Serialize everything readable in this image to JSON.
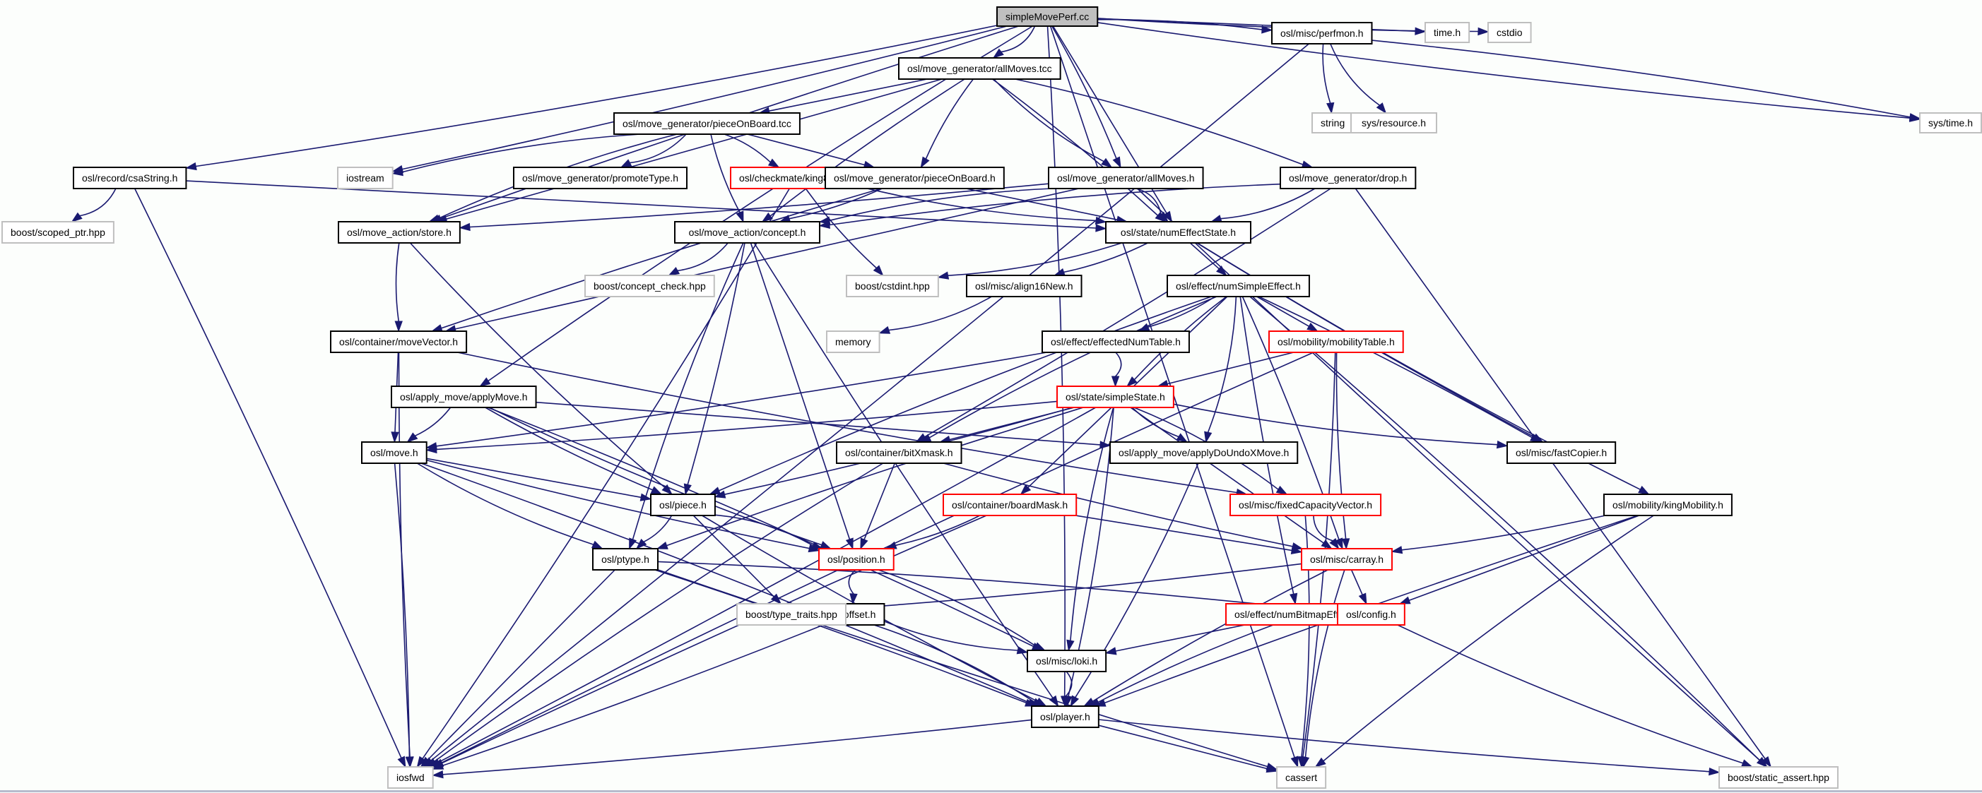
{
  "title": "simpleMovePerf.cc include dependency graph",
  "colors": {
    "edge": "#191970",
    "main_fill": "#bfbfbf",
    "local_border": "#000000",
    "incomplete_border": "#ff0000",
    "external_border": "#bfbfbf"
  },
  "nodes": [
    {
      "id": "n0",
      "label": "simpleMovePerf.cc",
      "kind": "main"
    },
    {
      "id": "n1",
      "label": "osl/move_generator/allMoves.tcc",
      "kind": "local"
    },
    {
      "id": "n2",
      "label": "osl/misc/perfmon.h",
      "kind": "local"
    },
    {
      "id": "n3",
      "label": "time.h",
      "kind": "ext"
    },
    {
      "id": "n4",
      "label": "cstdio",
      "kind": "ext"
    },
    {
      "id": "n5",
      "label": "string",
      "kind": "ext"
    },
    {
      "id": "n6",
      "label": "sys/resource.h",
      "kind": "ext"
    },
    {
      "id": "n7",
      "label": "sys/time.h",
      "kind": "ext"
    },
    {
      "id": "n8",
      "label": "osl/move_generator/pieceOnBoard.tcc",
      "kind": "local"
    },
    {
      "id": "n9",
      "label": "osl/record/csaString.h",
      "kind": "local"
    },
    {
      "id": "n10",
      "label": "iostream",
      "kind": "ext"
    },
    {
      "id": "n11",
      "label": "osl/move_generator/promoteType.h",
      "kind": "local"
    },
    {
      "id": "n12",
      "label": "osl/checkmate/king8Info.h",
      "kind": "red"
    },
    {
      "id": "n13",
      "label": "osl/move_generator/pieceOnBoard.h",
      "kind": "local"
    },
    {
      "id": "n14",
      "label": "osl/move_generator/allMoves.h",
      "kind": "local"
    },
    {
      "id": "n15",
      "label": "osl/move_generator/drop.h",
      "kind": "local"
    },
    {
      "id": "n16",
      "label": "boost/scoped_ptr.hpp",
      "kind": "ext"
    },
    {
      "id": "n17",
      "label": "osl/move_action/store.h",
      "kind": "local"
    },
    {
      "id": "n18",
      "label": "osl/move_action/concept.h",
      "kind": "local"
    },
    {
      "id": "n19",
      "label": "osl/state/numEffectState.h",
      "kind": "local"
    },
    {
      "id": "n20",
      "label": "boost/concept_check.hpp",
      "kind": "ext"
    },
    {
      "id": "n21",
      "label": "boost/cstdint.hpp",
      "kind": "ext"
    },
    {
      "id": "n22",
      "label": "osl/misc/align16New.h",
      "kind": "local"
    },
    {
      "id": "n23",
      "label": "osl/effect/numSimpleEffect.h",
      "kind": "local"
    },
    {
      "id": "n24",
      "label": "memory",
      "kind": "ext"
    },
    {
      "id": "n25",
      "label": "osl/container/moveVector.h",
      "kind": "local"
    },
    {
      "id": "n26",
      "label": "osl/effect/effectedNumTable.h",
      "kind": "local"
    },
    {
      "id": "n27",
      "label": "osl/mobility/mobilityTable.h",
      "kind": "red"
    },
    {
      "id": "n28",
      "label": "osl/apply_move/applyMove.h",
      "kind": "local"
    },
    {
      "id": "n29",
      "label": "osl/state/simpleState.h",
      "kind": "red"
    },
    {
      "id": "n30",
      "label": "osl/move.h",
      "kind": "local"
    },
    {
      "id": "n31",
      "label": "osl/container/bitXmask.h",
      "kind": "local"
    },
    {
      "id": "n32",
      "label": "osl/apply_move/applyDoUndoXMove.h",
      "kind": "local"
    },
    {
      "id": "n33",
      "label": "osl/misc/fastCopier.h",
      "kind": "local"
    },
    {
      "id": "n34",
      "label": "osl/container/boardMask.h",
      "kind": "red"
    },
    {
      "id": "n35",
      "label": "osl/misc/fixedCapacityVector.h",
      "kind": "red"
    },
    {
      "id": "n36",
      "label": "osl/mobility/kingMobility.h",
      "kind": "local"
    },
    {
      "id": "n37",
      "label": "osl/piece.h",
      "kind": "local"
    },
    {
      "id": "n38",
      "label": "osl/position.h",
      "kind": "red"
    },
    {
      "id": "n39",
      "label": "osl/misc/carray.h",
      "kind": "red"
    },
    {
      "id": "n40",
      "label": "osl/ptype.h",
      "kind": "local"
    },
    {
      "id": "n41",
      "label": "osl/offset.h",
      "kind": "local"
    },
    {
      "id": "n42",
      "label": "boost/type_traits.hpp",
      "kind": "ext"
    },
    {
      "id": "n43",
      "label": "osl/effect/numBitmapEffect.h",
      "kind": "red"
    },
    {
      "id": "n44",
      "label": "osl/config.h",
      "kind": "red"
    },
    {
      "id": "n45",
      "label": "osl/misc/loki.h",
      "kind": "local"
    },
    {
      "id": "n46",
      "label": "osl/player.h",
      "kind": "local"
    },
    {
      "id": "n47",
      "label": "iosfwd",
      "kind": "ext"
    },
    {
      "id": "n48",
      "label": "cassert",
      "kind": "ext"
    },
    {
      "id": "n49",
      "label": "boost/static_assert.hpp",
      "kind": "ext"
    }
  ],
  "edges": [
    [
      "n0",
      "n1"
    ],
    [
      "n0",
      "n2"
    ],
    [
      "n0",
      "n3"
    ],
    [
      "n0",
      "n4"
    ],
    [
      "n0",
      "n7"
    ],
    [
      "n0",
      "n9"
    ],
    [
      "n0",
      "n14"
    ],
    [
      "n0",
      "n19"
    ],
    [
      "n0",
      "n17"
    ],
    [
      "n0",
      "n28"
    ],
    [
      "n0",
      "n46"
    ],
    [
      "n0",
      "n10"
    ],
    [
      "n0",
      "n48"
    ],
    [
      "n2",
      "n5"
    ],
    [
      "n2",
      "n6"
    ],
    [
      "n2",
      "n7"
    ],
    [
      "n2",
      "n47"
    ],
    [
      "n1",
      "n8"
    ],
    [
      "n1",
      "n13"
    ],
    [
      "n1",
      "n14"
    ],
    [
      "n1",
      "n15"
    ],
    [
      "n1",
      "n19"
    ],
    [
      "n1",
      "n17"
    ],
    [
      "n1",
      "n18"
    ],
    [
      "n8",
      "n10"
    ],
    [
      "n8",
      "n11"
    ],
    [
      "n8",
      "n12"
    ],
    [
      "n8",
      "n13"
    ],
    [
      "n8",
      "n18"
    ],
    [
      "n8",
      "n17"
    ],
    [
      "n9",
      "n16"
    ],
    [
      "n9",
      "n47"
    ],
    [
      "n9",
      "n19"
    ],
    [
      "n12",
      "n21"
    ],
    [
      "n12",
      "n19"
    ],
    [
      "n12",
      "n47"
    ],
    [
      "n13",
      "n18"
    ],
    [
      "n13",
      "n19"
    ],
    [
      "n13",
      "n25"
    ],
    [
      "n14",
      "n18"
    ],
    [
      "n14",
      "n19"
    ],
    [
      "n14",
      "n17"
    ],
    [
      "n14",
      "n25"
    ],
    [
      "n14",
      "n49"
    ],
    [
      "n15",
      "n18"
    ],
    [
      "n15",
      "n19"
    ],
    [
      "n15",
      "n31"
    ],
    [
      "n15",
      "n49"
    ],
    [
      "n17",
      "n25"
    ],
    [
      "n17",
      "n37"
    ],
    [
      "n18",
      "n20"
    ],
    [
      "n18",
      "n37"
    ],
    [
      "n18",
      "n38"
    ],
    [
      "n18",
      "n46"
    ],
    [
      "n18",
      "n40"
    ],
    [
      "n19",
      "n21"
    ],
    [
      "n19",
      "n22"
    ],
    [
      "n19",
      "n23"
    ],
    [
      "n19",
      "n33"
    ],
    [
      "n19",
      "n36"
    ],
    [
      "n22",
      "n24"
    ],
    [
      "n23",
      "n26"
    ],
    [
      "n23",
      "n27"
    ],
    [
      "n23",
      "n29"
    ],
    [
      "n23",
      "n31"
    ],
    [
      "n23",
      "n32"
    ],
    [
      "n23",
      "n33"
    ],
    [
      "n23",
      "n34"
    ],
    [
      "n23",
      "n43"
    ],
    [
      "n23",
      "n37"
    ],
    [
      "n23",
      "n49"
    ],
    [
      "n23",
      "n39"
    ],
    [
      "n25",
      "n30"
    ],
    [
      "n25",
      "n47"
    ],
    [
      "n25",
      "n35"
    ],
    [
      "n26",
      "n29"
    ],
    [
      "n26",
      "n30"
    ],
    [
      "n27",
      "n29"
    ],
    [
      "n27",
      "n39"
    ],
    [
      "n27",
      "n47"
    ],
    [
      "n27",
      "n48"
    ],
    [
      "n28",
      "n30"
    ],
    [
      "n28",
      "n32"
    ],
    [
      "n28",
      "n37"
    ],
    [
      "n28",
      "n38"
    ],
    [
      "n28",
      "n45"
    ],
    [
      "n29",
      "n30"
    ],
    [
      "n29",
      "n31"
    ],
    [
      "n29",
      "n32"
    ],
    [
      "n29",
      "n33"
    ],
    [
      "n29",
      "n35"
    ],
    [
      "n29",
      "n37"
    ],
    [
      "n29",
      "n39"
    ],
    [
      "n29",
      "n40"
    ],
    [
      "n29",
      "n45"
    ],
    [
      "n29",
      "n46"
    ],
    [
      "n29",
      "n47"
    ],
    [
      "n30",
      "n37"
    ],
    [
      "n30",
      "n38"
    ],
    [
      "n30",
      "n40"
    ],
    [
      "n30",
      "n46"
    ],
    [
      "n30",
      "n47"
    ],
    [
      "n31",
      "n38"
    ],
    [
      "n31",
      "n39"
    ],
    [
      "n31",
      "n47"
    ],
    [
      "n32",
      "n46"
    ],
    [
      "n34",
      "n38"
    ],
    [
      "n34",
      "n39"
    ],
    [
      "n34",
      "n47"
    ],
    [
      "n35",
      "n39"
    ],
    [
      "n35",
      "n48"
    ],
    [
      "n36",
      "n39"
    ],
    [
      "n36",
      "n44"
    ],
    [
      "n36",
      "n46"
    ],
    [
      "n36",
      "n48"
    ],
    [
      "n37",
      "n38"
    ],
    [
      "n37",
      "n40"
    ],
    [
      "n37",
      "n42"
    ],
    [
      "n37",
      "n46"
    ],
    [
      "n38",
      "n41"
    ],
    [
      "n38",
      "n45"
    ],
    [
      "n39",
      "n42"
    ],
    [
      "n39",
      "n44"
    ],
    [
      "n39",
      "n46"
    ],
    [
      "n39",
      "n48"
    ],
    [
      "n40",
      "n44"
    ],
    [
      "n40",
      "n46"
    ],
    [
      "n40",
      "n47"
    ],
    [
      "n40",
      "n48"
    ],
    [
      "n41",
      "n45"
    ],
    [
      "n41",
      "n46"
    ],
    [
      "n41",
      "n47"
    ],
    [
      "n43",
      "n45"
    ],
    [
      "n43",
      "n46"
    ],
    [
      "n44",
      "n49"
    ],
    [
      "n45",
      "n46"
    ],
    [
      "n46",
      "n47"
    ],
    [
      "n46",
      "n48"
    ],
    [
      "n46",
      "n49"
    ]
  ]
}
